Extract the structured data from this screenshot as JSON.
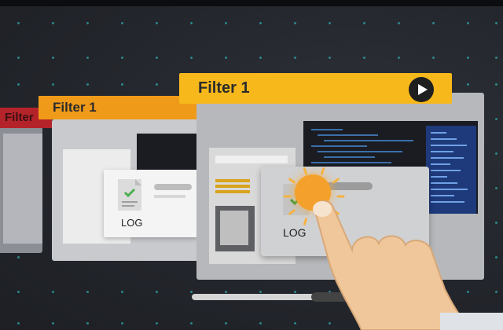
{
  "filters": {
    "tab_far_left": "Filter",
    "tab_middle": "Filter  1",
    "tab_main": "Filter  1"
  },
  "popups": {
    "log_small": "LOG",
    "log_main": "LOG"
  },
  "colors": {
    "background": "#23262c",
    "tab_red": "#b5232a",
    "tab_orange": "#f09a1a",
    "tab_yellow": "#f7b81b",
    "grid_dot": "#2fa7a7",
    "highlight": "#f3a12c"
  },
  "icons": {
    "play": "play-icon",
    "touch": "tap-icon",
    "document": "document-check-icon"
  }
}
